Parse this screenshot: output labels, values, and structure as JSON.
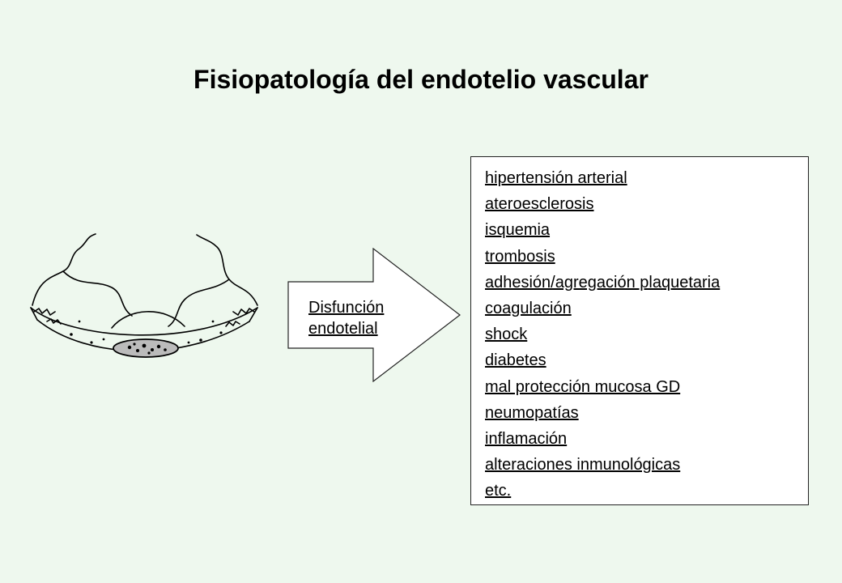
{
  "title": "Fisiopatología del endotelio vascular",
  "figure": {
    "icon": "endothelial-cell-illustration"
  },
  "arrow": {
    "line1": "Disfunción",
    "line2": "endotelial"
  },
  "conditions": [
    "hipertensión arterial",
    "ateroesclerosis",
    "isquemia",
    "trombosis",
    "adhesión/agregación plaquetaria",
    "coagulación",
    "shock",
    "diabetes",
    "mal protección mucosa GD",
    "neumopatías",
    "inflamación",
    "alteraciones inmunológicas",
    "etc."
  ]
}
